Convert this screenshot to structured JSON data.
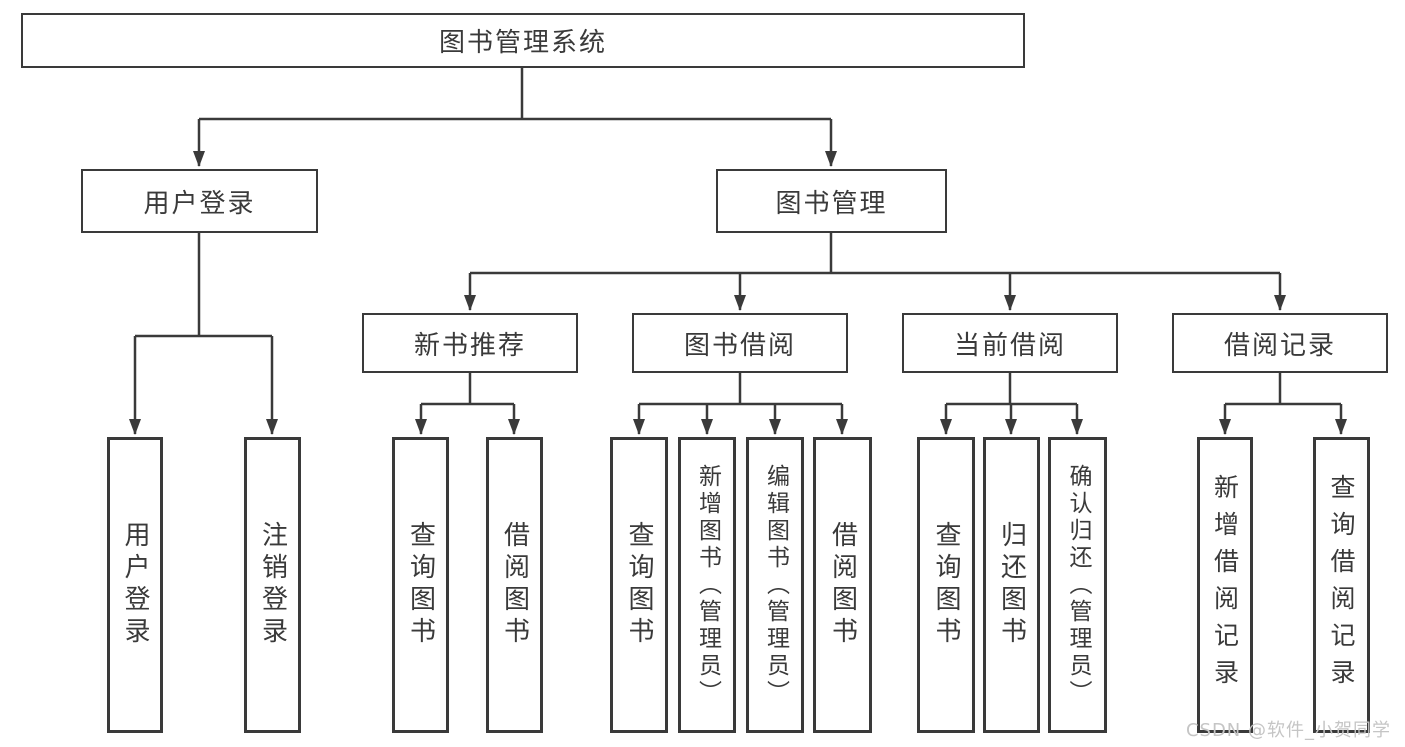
{
  "diagram": {
    "title": "图书管理系统",
    "root": {
      "label": "图书管理系统"
    },
    "login": {
      "label": "用户登录",
      "children": [
        "用户登录",
        "注销登录"
      ]
    },
    "management": {
      "label": "图书管理",
      "groups": [
        {
          "label": "新书推荐",
          "children": [
            "查询图书",
            "借阅图书"
          ]
        },
        {
          "label": "图书借阅",
          "children": [
            "查询图书",
            "新增图书（管理员）",
            "编辑图书（管理员）",
            "借阅图书"
          ]
        },
        {
          "label": "当前借阅",
          "children": [
            "查询图书",
            "归还图书",
            "确认归还（管理员）"
          ]
        },
        {
          "label": "借阅记录",
          "children": [
            "新增借阅记录",
            "查询借阅记录"
          ]
        }
      ]
    }
  },
  "watermark": "CSDN @软件_小贺同学",
  "colors": {
    "line": "#3a3a3a",
    "text": "#3a3a3a",
    "watermark": "#c5c5c5",
    "background": "#ffffff"
  }
}
